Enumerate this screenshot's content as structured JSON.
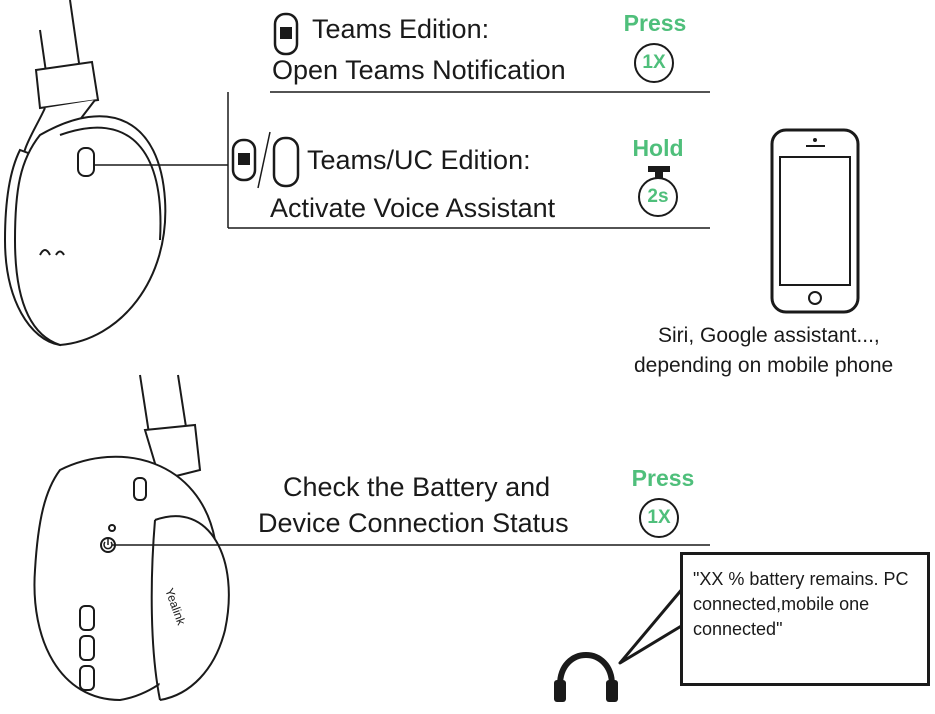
{
  "section_top": {
    "press_row": {
      "line1": "Teams Edition:",
      "line2": "Open Teams Notification",
      "action": "Press",
      "count": "1X"
    },
    "hold_row": {
      "line1": "Teams/UC Edition:",
      "line2": "Activate Voice Assistant",
      "action": "Hold",
      "count": "2s"
    },
    "phone_caption_line1": "Siri, Google assistant...,",
    "phone_caption_line2": "depending on mobile phone"
  },
  "section_bottom": {
    "line1": "Check the Battery and",
    "line2": "Device Connection Status",
    "action": "Press",
    "count": "1X",
    "speech": "\"XX % battery remains. PC connected,mobile one connected\"",
    "brand": "Yealink"
  },
  "colors": {
    "accent": "#4fbf7b",
    "ink": "#1a1a1a"
  },
  "icons": [
    "teams-icon",
    "uc-button-icon",
    "smartphone-icon",
    "headphones-icon",
    "power-icon"
  ]
}
